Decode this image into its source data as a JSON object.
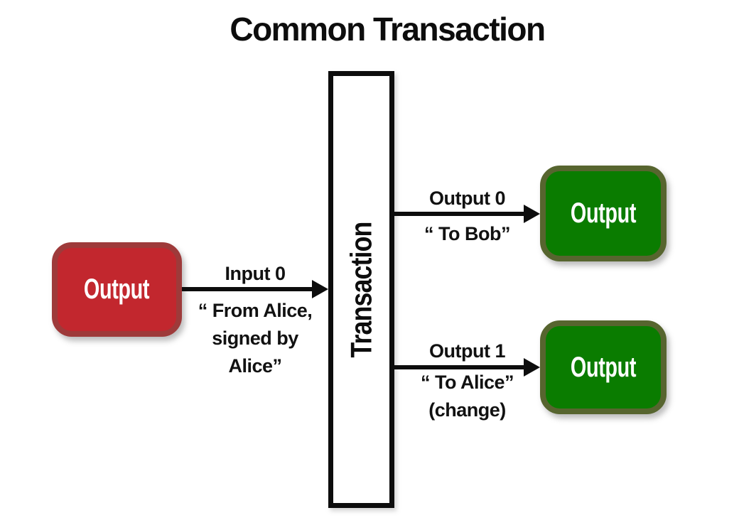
{
  "title": "Common Transaction",
  "colors": {
    "input_fill": "#c2272e",
    "input_border": "#9e3a3a",
    "output_fill": "#0a7c00",
    "output_border": "#57652f",
    "arrow": "#0d0d0d"
  },
  "nodes": {
    "input_output": {
      "label": "Output"
    },
    "transaction": {
      "label": "Transaction"
    },
    "output0": {
      "label": "Output"
    },
    "output1": {
      "label": "Output"
    }
  },
  "arrows": {
    "input": {
      "label": "Input 0",
      "sublabel": "“ From Alice,\nsigned by\nAlice”"
    },
    "output0": {
      "label": "Output 0",
      "sublabel": "“ To Bob”"
    },
    "output1": {
      "label": "Output 1",
      "sublabel": "“ To Alice”\n(change)"
    }
  }
}
